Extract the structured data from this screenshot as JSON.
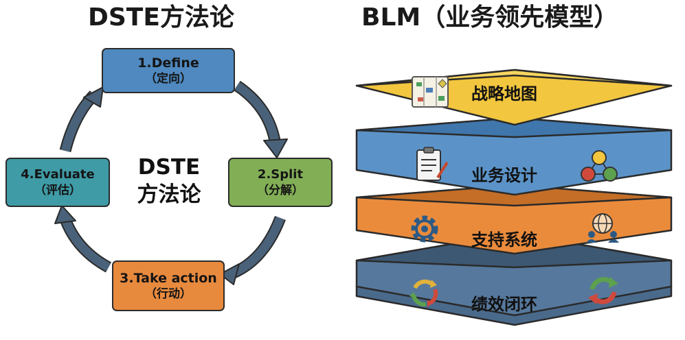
{
  "dste": {
    "title": "DSTE方法论",
    "center_line1": "DSTE",
    "center_line2": "方法论",
    "steps": [
      {
        "line1": "1.Define",
        "line2": "（定向）"
      },
      {
        "line1": "2.Split",
        "line2": "（分解）"
      },
      {
        "line1": "3.Take action",
        "line2": "（行动）"
      },
      {
        "line1": "4.Evaluate",
        "line2": "（评估）"
      }
    ]
  },
  "blm": {
    "title": "BLM（业务领先模型）",
    "layers": [
      {
        "label": "战略地图",
        "color": "#f2c63e",
        "icons": [
          "strategy-map-icon"
        ]
      },
      {
        "label": "业务设计",
        "color": "#5b93c8",
        "icons": [
          "clipboard-checklist-icon",
          "network-nodes-icon"
        ]
      },
      {
        "label": "支持系统",
        "color": "#e88a3e",
        "icons": [
          "gear-icon",
          "globe-people-icon"
        ]
      },
      {
        "label": "绩效闭环",
        "color": "#4a6a8c",
        "icons": [
          "cycle-arrows-icon",
          "refresh-arrows-icon"
        ]
      }
    ]
  }
}
